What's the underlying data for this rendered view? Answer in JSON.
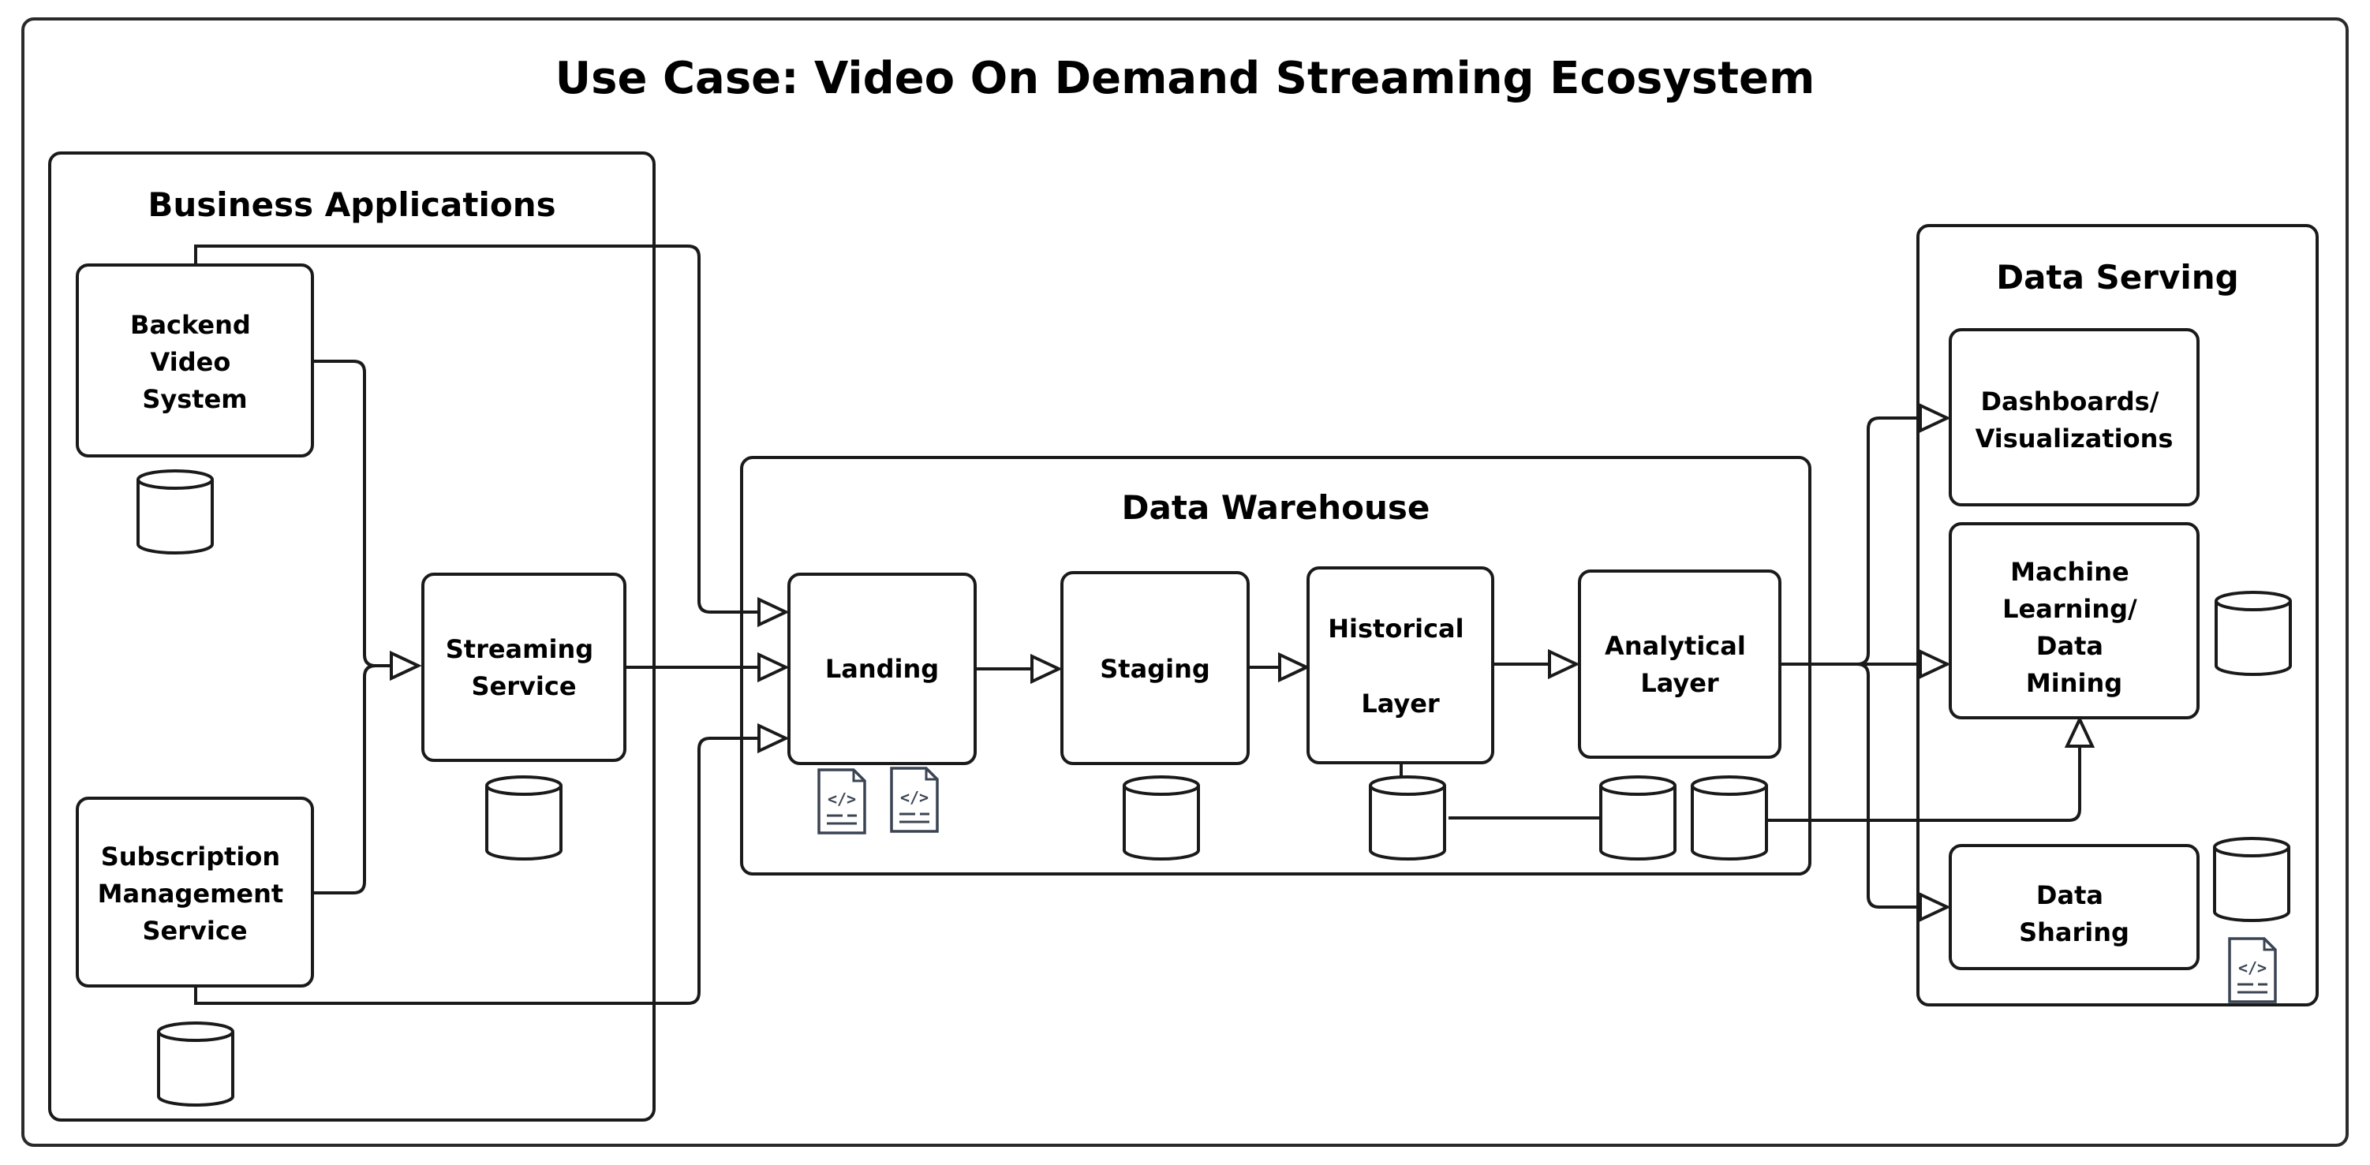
{
  "title": "Use Case: Video On Demand Streaming Ecosystem",
  "groups": {
    "business_applications": "Business Applications",
    "data_warehouse": "Data Warehouse",
    "data_serving": "Data Serving"
  },
  "nodes": {
    "backend_video_system": [
      "Backend",
      "Video",
      "System"
    ],
    "subscription_management": [
      "Subscription",
      "Management",
      "Service"
    ],
    "streaming_service": [
      "Streaming",
      "Service"
    ],
    "landing": [
      "Landing"
    ],
    "staging": [
      "Staging"
    ],
    "historical_layer": [
      "Historical",
      "Layer"
    ],
    "analytical_layer": [
      "Analytical",
      "Layer"
    ],
    "dashboards": [
      "Dashboards/",
      "Visualizations"
    ],
    "machine_learning": [
      "Machine",
      "Learning/",
      "Data",
      "Mining"
    ],
    "data_sharing": [
      "Data",
      "Sharing"
    ]
  },
  "icons": {
    "database": "database-cylinder-icon",
    "code_file": "code-file-icon",
    "code_glyph": "</>"
  },
  "colors": {
    "stroke": "#1a1a1a",
    "background": "#ffffff",
    "icon": "#3a4452"
  }
}
